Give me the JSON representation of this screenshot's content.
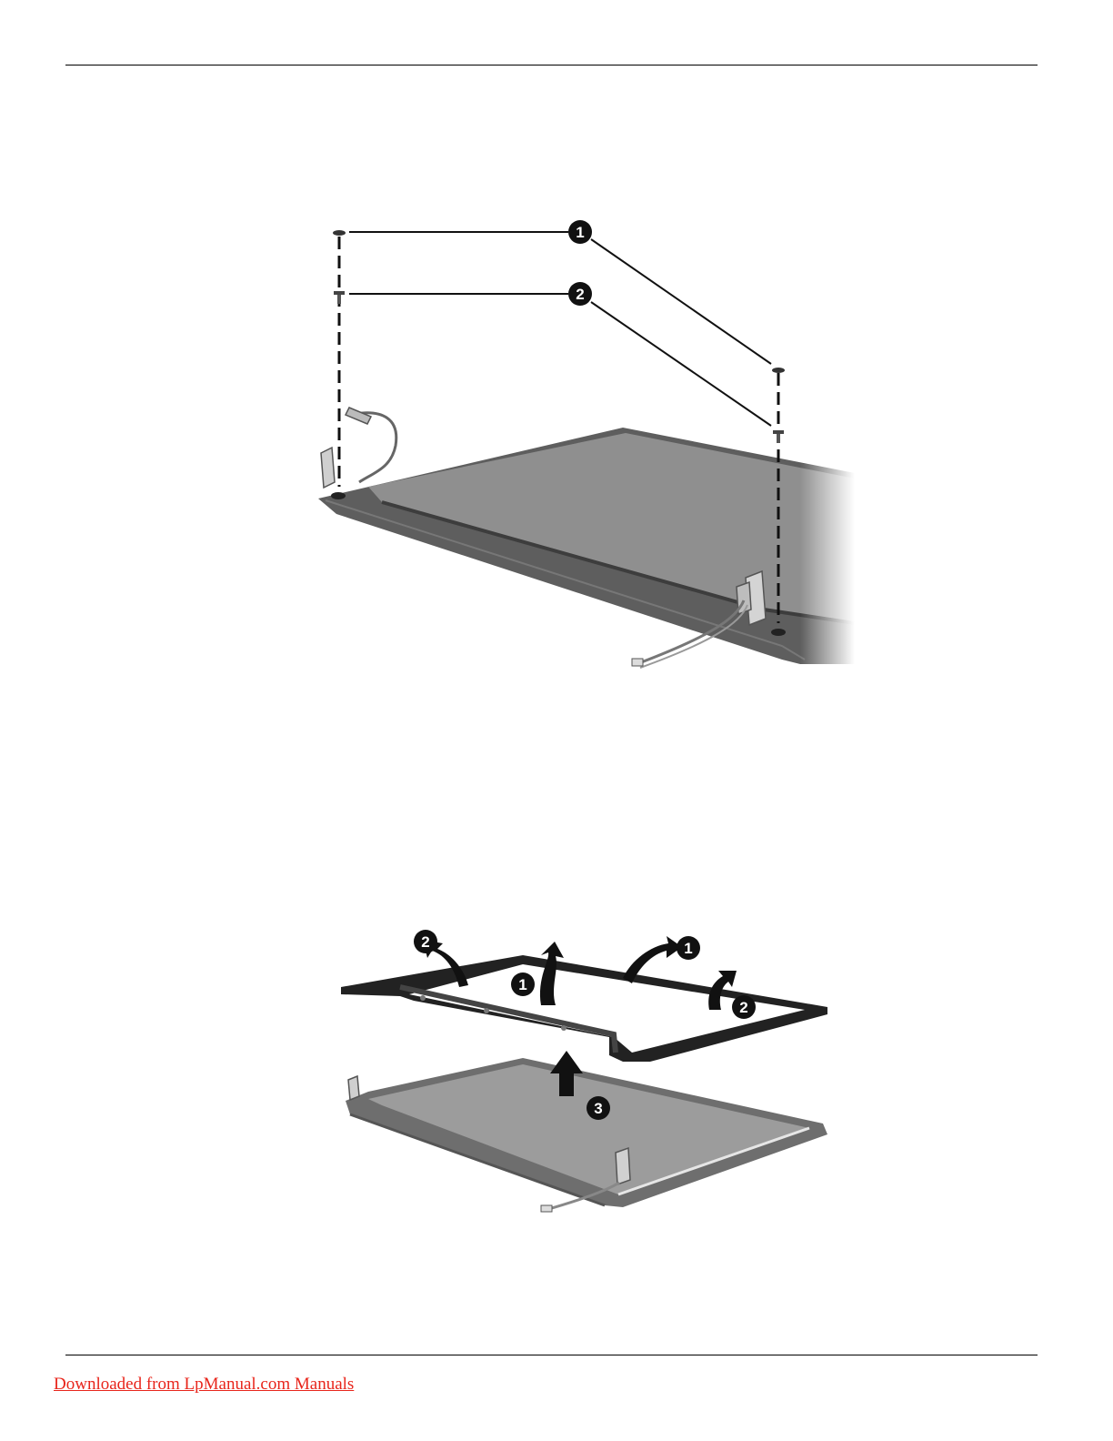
{
  "figures": [
    {
      "name": "screw-removal-illustration",
      "callouts": [
        "1",
        "2"
      ]
    },
    {
      "name": "bezel-removal-illustration",
      "callouts": [
        "1",
        "1",
        "2",
        "2",
        "3"
      ]
    }
  ],
  "footer": {
    "link_text": "Downloaded from LpManual.com Manuals"
  },
  "colors": {
    "rule": "#000000",
    "link": "#e8251b",
    "callout_fill": "#111111",
    "display_gray": "#8f8f8f"
  }
}
